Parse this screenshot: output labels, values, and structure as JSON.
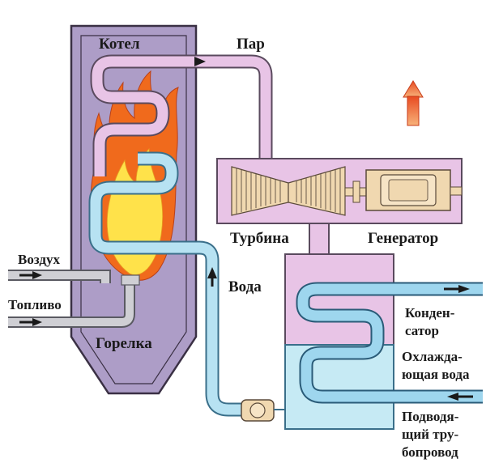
{
  "labels": {
    "boiler": "Котел",
    "steam": "Пар",
    "turbine": "Турбина",
    "generator": "Генератор",
    "water": "Вода",
    "air": "Воздух",
    "fuel": "Топливо",
    "burner": "Горелка",
    "condenser_line1": "Конден-",
    "condenser_line2": "сатор",
    "cooling_line1": "Охлажда-",
    "cooling_line2": "ющая вода",
    "supply_line1": "Подводя-",
    "supply_line2": "щий тру-",
    "supply_line3": "бопровод"
  },
  "colors": {
    "boiler_fill": "#ad9dc7",
    "boiler_stroke": "#3a3044",
    "steam_pipe": "#e8c4e6",
    "water_pipe": "#b7e2f2",
    "turbine_room": "#e8c4e6",
    "cooling_water": "#c6eaf4",
    "flame_outer": "#f06a1c",
    "flame_inner": "#ffe24a",
    "arrow_red": "#e84a20",
    "machine": "#f0d8b0",
    "pipe_gray": "#cfcfd4"
  }
}
